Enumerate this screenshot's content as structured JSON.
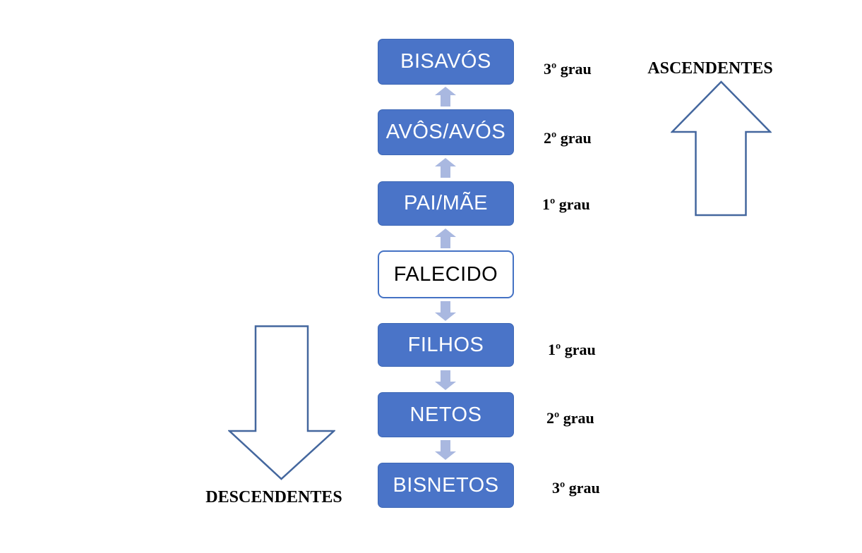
{
  "diagram": {
    "nodes": [
      {
        "label": "BISAVÓS",
        "degree": "3º grau"
      },
      {
        "label": "AVÔS/AVÓS",
        "degree": "2º grau"
      },
      {
        "label": "PAI/MÃE",
        "degree": "1º grau"
      },
      {
        "label": "FALECIDO",
        "degree": ""
      },
      {
        "label": "FILHOS",
        "degree": "1º grau"
      },
      {
        "label": "NETOS",
        "degree": "2º grau"
      },
      {
        "label": "BISNETOS",
        "degree": "3º grau"
      }
    ],
    "ascendentes_label": "ASCENDENTES",
    "descendentes_label": "DESCENDENTES",
    "colors": {
      "box_fill": "#4a74c8",
      "box_border": "#3e68b5",
      "box_text": "#ffffff",
      "outline_box_border": "#4472c4",
      "outline_box_text": "#000000",
      "connector_arrow": "#a9b8e0",
      "direction_arrow_outline": "#44679e",
      "label_text": "#000000"
    }
  }
}
